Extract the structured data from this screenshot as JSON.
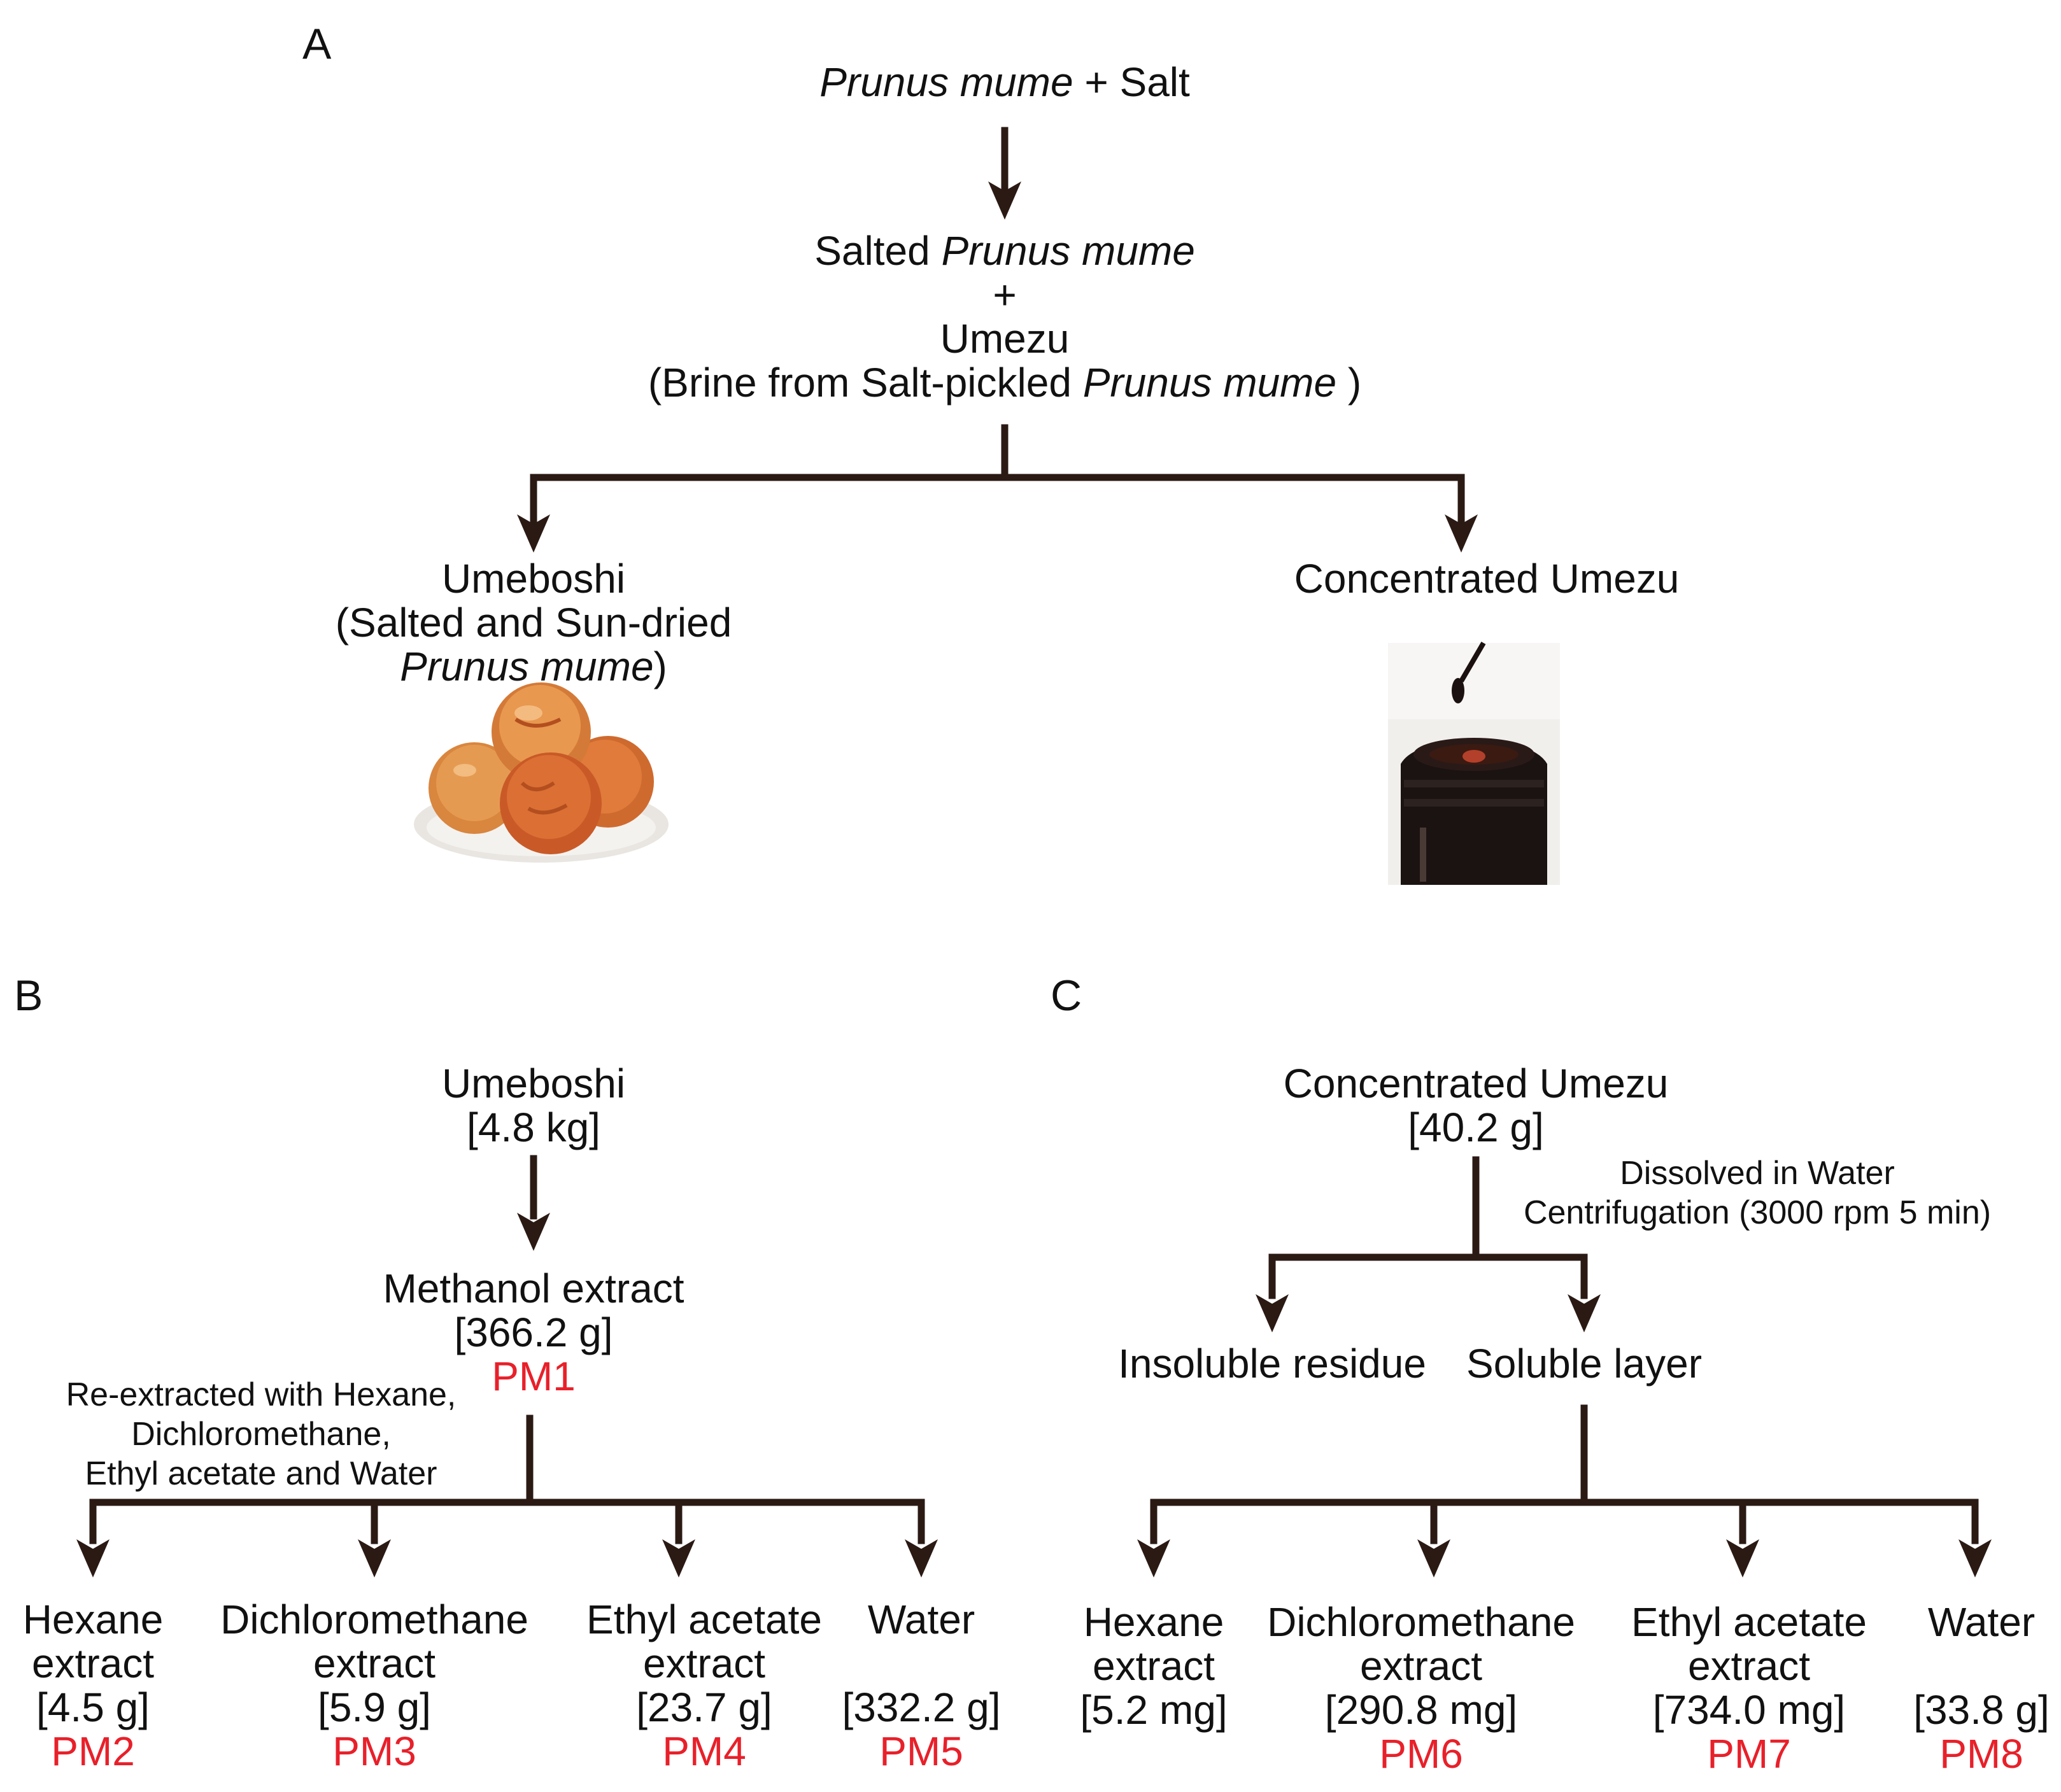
{
  "panels": {
    "a": "A",
    "b": "B",
    "c": "C"
  },
  "top": {
    "species": "Prunus mume",
    "plus_salt": " + Salt",
    "salted_prefix": "Salted ",
    "salted_species": "Prunus mume",
    "plus": "+",
    "umezu": "Umezu",
    "brine_prefix": "(Brine from Salt-pickled ",
    "brine_species": "Prunus mume",
    "brine_suffix": " )"
  },
  "left_product": {
    "line1": "Umeboshi",
    "line2": "(Salted and Sun-dried",
    "line3_species": "Prunus mume",
    "line3_suffix": ")",
    "photo": "pickled-plums-photo"
  },
  "right_product": {
    "title": "Concentrated Umezu",
    "photo": "dark-liquid-bottle-photo"
  },
  "panel_b": {
    "start": "Umeboshi",
    "start_amount": "[4.8 kg]",
    "methanol": "Methanol extract",
    "methanol_amount": "[366.2 g]",
    "methanol_code": "PM1",
    "note": [
      "Re-extracted with Hexane,",
      "Dichloromethane,",
      "Ethyl acetate and Water"
    ],
    "fractions": [
      {
        "lines": [
          "Hexane",
          "extract"
        ],
        "amount": "[4.5 g]",
        "code": "PM2"
      },
      {
        "lines": [
          "Dichloromethane",
          "extract"
        ],
        "amount": "[5.9 g]",
        "code": "PM3"
      },
      {
        "lines": [
          "Ethyl acetate",
          "extract"
        ],
        "amount": "[23.7 g]",
        "code": "PM4"
      },
      {
        "lines": [
          "Water",
          ""
        ],
        "amount": "[332.2 g]",
        "code": "PM5"
      }
    ]
  },
  "panel_c": {
    "start": "Concentrated Umezu",
    "start_amount": "[40.2 g]",
    "note": [
      "Dissolved in Water",
      "Centrifugation (3000 rpm 5 min)"
    ],
    "insoluble": "Insoluble residue",
    "soluble": "Soluble layer",
    "fractions": [
      {
        "lines": [
          "Hexane",
          "extract"
        ],
        "amount": "[5.2 mg]",
        "code": ""
      },
      {
        "lines": [
          "Dichloromethane",
          "extract"
        ],
        "amount": "[290.8 mg]",
        "code": "PM6"
      },
      {
        "lines": [
          "Ethyl acetate",
          "extract"
        ],
        "amount": "[734.0 mg]",
        "code": "PM7"
      },
      {
        "lines": [
          "Water",
          ""
        ],
        "amount": "[33.8 g]",
        "code": "PM8"
      }
    ]
  },
  "colors": {
    "arrow": "#2b1a14",
    "code": "#e8202a",
    "text": "#111111"
  }
}
